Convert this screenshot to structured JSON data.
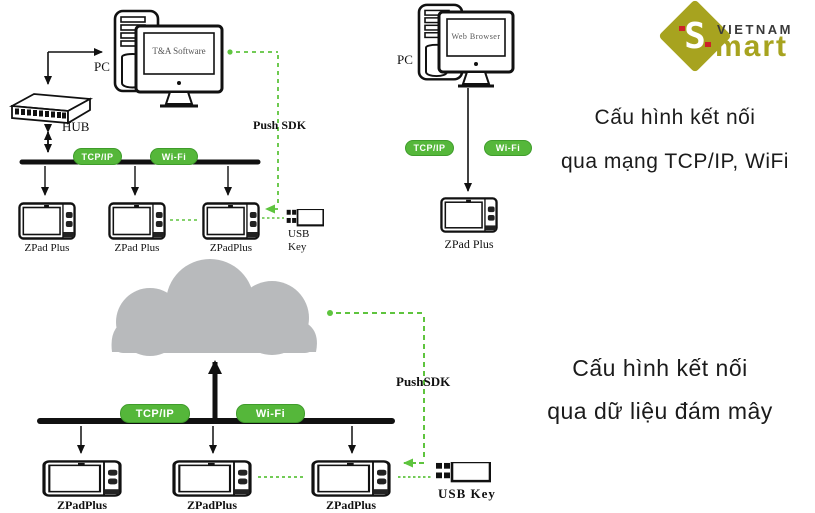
{
  "colors": {
    "badge_green": "#55b73a",
    "dash_green": "#5ec43e",
    "cloud_gray": "#b8babc",
    "logo_olive": "#a7a31f",
    "logo_red": "#cc2229"
  },
  "logo": {
    "brand_top": "VIETNAM",
    "brand_bottom": "mart",
    "monogram": "S"
  },
  "top_left_diagram": {
    "pc_label": "PC",
    "monitor_text": "T&A Software",
    "hub_label": "HUB",
    "tcpip_badge": "TCP/IP",
    "wifi_badge": "Wi-Fi",
    "push_sdk_label": "Push SDK",
    "usb_key_line1": "USB",
    "usb_key_line2": "Key",
    "device_labels": [
      "ZPad Plus",
      "ZPad Plus",
      "ZPadPlus"
    ]
  },
  "top_right_diagram": {
    "pc_label": "PC",
    "monitor_text": "Web Browser",
    "tcpip_badge": "TCP/IP",
    "wifi_badge": "Wi-Fi",
    "device_label": "ZPad Plus"
  },
  "bottom_diagram": {
    "tcpip_badge": "TCP/IP",
    "wifi_badge": "Wi-Fi",
    "push_sdk_label": "PushSDK",
    "usb_key_label": "USB Key",
    "device_labels": [
      "ZPadPlus",
      "ZPadPlus",
      "ZPadPlus"
    ]
  },
  "captions": {
    "top_line1": "Cấu hình kết nối",
    "top_line2": "qua mạng TCP/IP, WiFi",
    "bottom_line1": "Cấu hình kết nối",
    "bottom_line2": "qua dữ liệu đám mây"
  }
}
